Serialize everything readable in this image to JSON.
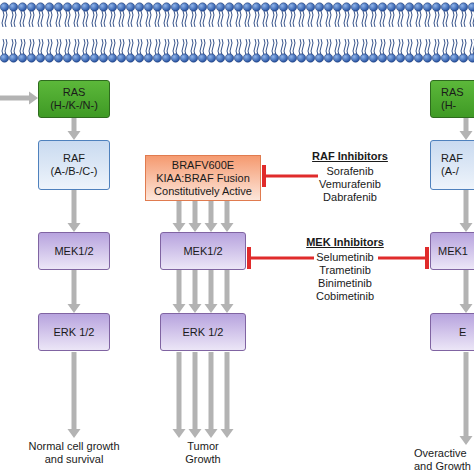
{
  "diagram": {
    "nodes": [
      {
        "text": [
          "RAS",
          "(H-/K-/N-)"
        ]
      },
      {
        "text": [
          "RAS",
          "(H-"
        ]
      },
      {
        "text": [
          "RAF",
          "(A-/B-/C-)"
        ]
      },
      {
        "text": [
          "BRAFV600E",
          "KIAA:BRAF Fusion",
          "Constitutively Active"
        ]
      },
      {
        "text": [
          "RAF",
          "(A-/"
        ]
      },
      {
        "text": [
          "MEK1/2"
        ]
      },
      {
        "text": [
          "MEK1/2"
        ]
      },
      {
        "text": [
          "MEK1"
        ]
      },
      {
        "text": [
          "ERK 1/2"
        ]
      },
      {
        "text": [
          "ERK 1/2"
        ]
      },
      {
        "text": [
          "E"
        ]
      }
    ],
    "edges": [
      {
        "from": 0,
        "to": 2,
        "arrow": "to"
      },
      {
        "from": 2,
        "to": 5,
        "arrow": "to"
      },
      {
        "from": 5,
        "to": 8,
        "arrow": "to"
      },
      {
        "from": 3,
        "to": 6,
        "arrow": "to"
      },
      {
        "from": 3,
        "to": 6,
        "arrow": "to"
      },
      {
        "from": 3,
        "to": 6,
        "arrow": "to"
      },
      {
        "from": 3,
        "to": 6,
        "arrow": "to"
      },
      {
        "from": 6,
        "to": 9,
        "arrow": "to"
      },
      {
        "from": 6,
        "to": 9,
        "arrow": "to"
      },
      {
        "from": 6,
        "to": 9,
        "arrow": "to"
      },
      {
        "from": 6,
        "to": 9,
        "arrow": "to"
      },
      {
        "from": 1,
        "to": 4,
        "arrow": "to"
      },
      {
        "from": 4,
        "to": 7,
        "arrow": "to"
      },
      {
        "from": 7,
        "to": 10,
        "arrow": "to"
      }
    ],
    "labels": [
      "Normal cell growth and survival",
      "Tumor Growth",
      "RAF Inhibitors",
      "Sorafenib",
      "Vemurafenib",
      "Dabrafenib",
      "MEK Inhibitors",
      "Selumetinib",
      "Trametinib",
      "Binimetinib",
      "Cobimetinib",
      "Overactive and Growth"
    ]
  }
}
